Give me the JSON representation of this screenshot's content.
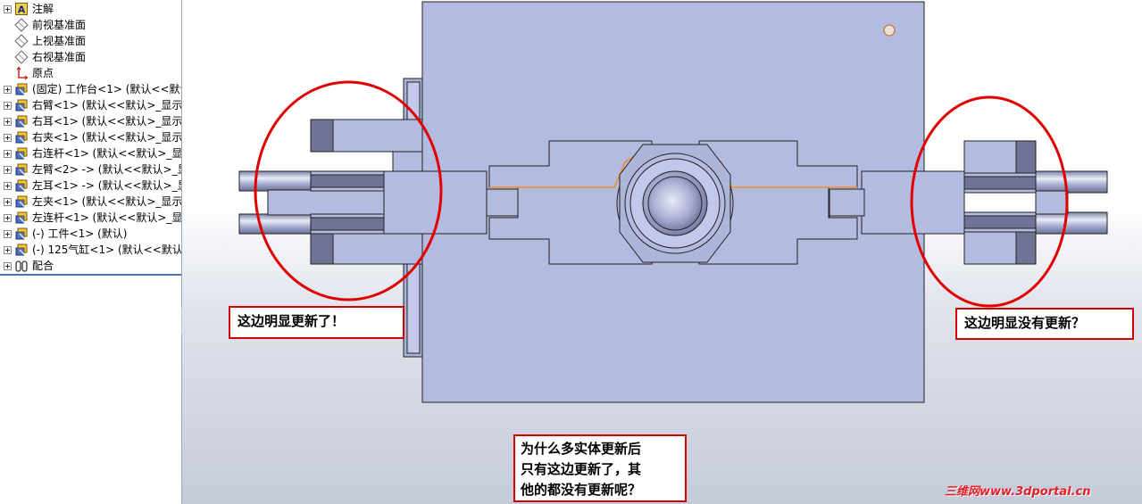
{
  "tree": {
    "items": [
      {
        "label": "注解",
        "icon": "annotation-icon",
        "expandable": true
      },
      {
        "label": "前视基准面",
        "icon": "plane-icon",
        "expandable": false
      },
      {
        "label": "上视基准面",
        "icon": "plane-icon",
        "expandable": false
      },
      {
        "label": "右视基准面",
        "icon": "plane-icon",
        "expandable": false
      },
      {
        "label": "原点",
        "icon": "origin-icon",
        "expandable": false
      },
      {
        "label": "(固定) 工作台<1> (默认<<默认",
        "icon": "component-icon",
        "expandable": true
      },
      {
        "label": "右臂<1> (默认<<默认>_显示状",
        "icon": "component-icon",
        "expandable": true
      },
      {
        "label": "右耳<1> (默认<<默认>_显示状",
        "icon": "component-icon",
        "expandable": true
      },
      {
        "label": "右夹<1> (默认<<默认>_显示状",
        "icon": "component-icon",
        "expandable": true
      },
      {
        "label": "右连杆<1> (默认<<默认>_显示",
        "icon": "component-icon",
        "expandable": true
      },
      {
        "label": "左臂<2> -> (默认<<默认>_显示",
        "icon": "component-icon",
        "expandable": true
      },
      {
        "label": "左耳<1> -> (默认<<默认>_显示",
        "icon": "component-icon",
        "expandable": true
      },
      {
        "label": "左夹<1> (默认<<默认>_显示状",
        "icon": "component-icon",
        "expandable": true
      },
      {
        "label": "左连杆<1> (默认<<默认>_显示",
        "icon": "component-icon",
        "expandable": true
      },
      {
        "label": "(-) 工件<1> (默认)",
        "icon": "component-icon",
        "expandable": true
      },
      {
        "label": "(-) 125气缸<1> (默认<<默认>",
        "icon": "component-icon",
        "expandable": true
      },
      {
        "label": "配合",
        "icon": "mates-icon",
        "expandable": true
      }
    ]
  },
  "callouts": {
    "left": "这边明显更新了！",
    "right": "这边明显没有更新？",
    "bottom": [
      "为什么多实体更新后",
      "只有这边更新了，其",
      "他的都没有更新呢？"
    ]
  },
  "watermark": "三维网www.3dportal.cn",
  "colors": {
    "part_fill": "#b4bbe0",
    "part_edge": "#222222",
    "highlight": "#f08a24",
    "annotation_circle": "#e00000"
  }
}
